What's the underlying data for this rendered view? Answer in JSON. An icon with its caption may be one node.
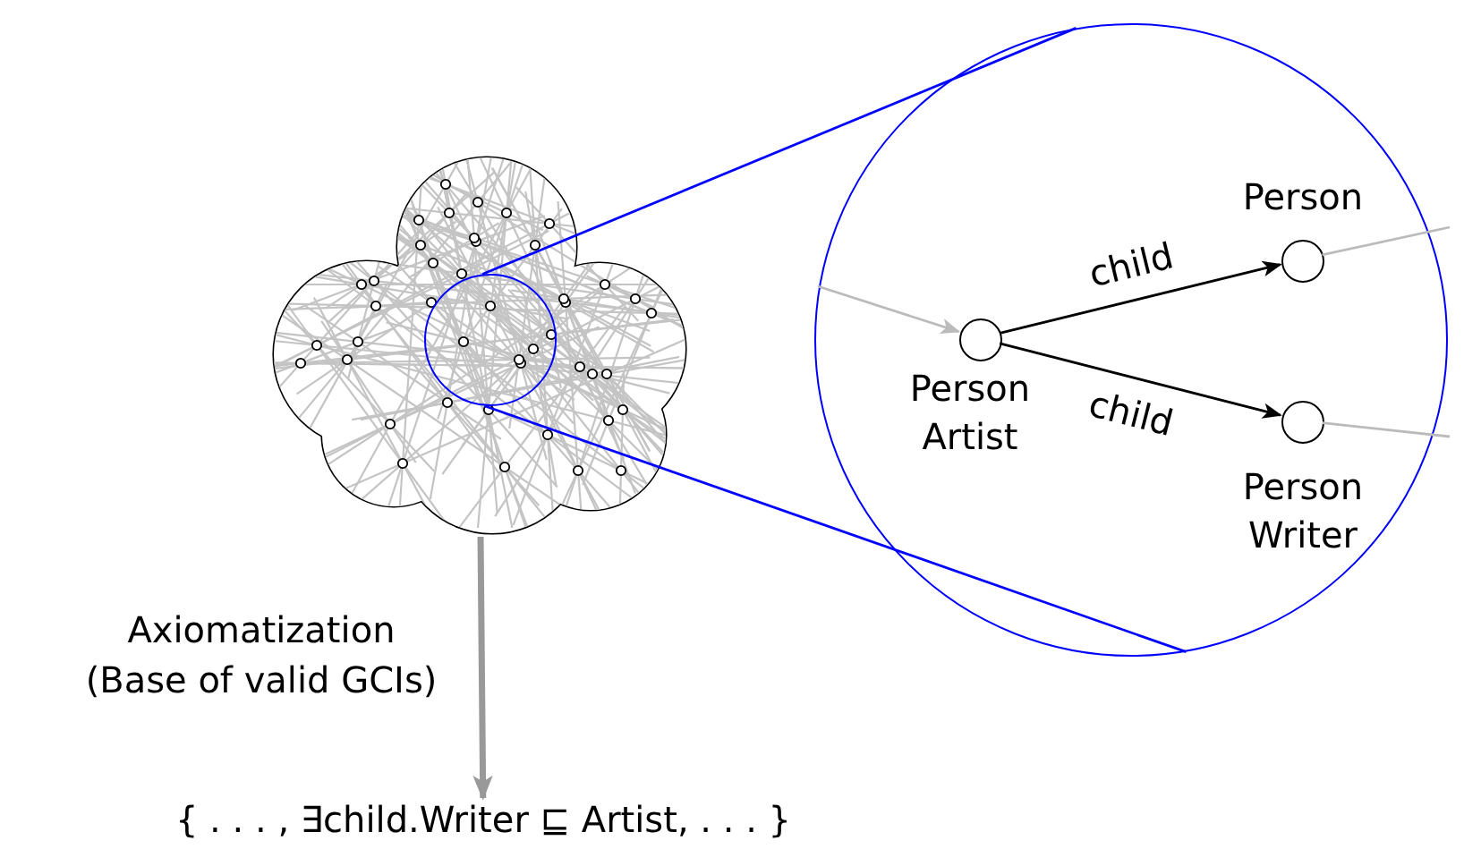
{
  "diagram": {
    "nodes": [
      {
        "text": [],
        "shape": "cloud"
      },
      {
        "text": [],
        "shape": "circle",
        "in": 0
      },
      {
        "text": [],
        "shape": "circle"
      },
      {
        "text": [],
        "shape": "circle",
        "in": 2,
        "beside": [
          "Person Artist"
        ]
      },
      {
        "text": [],
        "shape": "circle",
        "in": 2,
        "beside": [
          "Person"
        ]
      },
      {
        "text": [],
        "shape": "circle",
        "in": 2,
        "beside": [
          "Person Writer"
        ]
      },
      {
        "text": [
          "{ . . . , ∃child.Writer ⊑ Artist, . . . }"
        ]
      }
    ],
    "edges": [
      {
        "from": 0,
        "to": 6,
        "arrow": "to",
        "label": "Axiomatization (Base of valid GCIs)",
        "style": "thick",
        "color": "#999999"
      },
      {
        "from": 1,
        "to": 2,
        "arrow": "none",
        "color": "#0000ff"
      },
      {
        "from": 1,
        "to": 2,
        "arrow": "none",
        "color": "#0000ff"
      },
      {
        "from": 3,
        "to": 4,
        "arrow": "to",
        "label": "child",
        "color": "#000000"
      },
      {
        "from": 3,
        "to": 5,
        "arrow": "to",
        "label": "child",
        "color": "#000000"
      },
      {
        "from": null,
        "to": 3,
        "arrow": "to",
        "color": "#bbbbbb"
      },
      {
        "from": 4,
        "to": null,
        "arrow": "none",
        "color": "#bbbbbb"
      },
      {
        "from": 5,
        "to": null,
        "arrow": "none",
        "color": "#bbbbbb"
      }
    ]
  }
}
